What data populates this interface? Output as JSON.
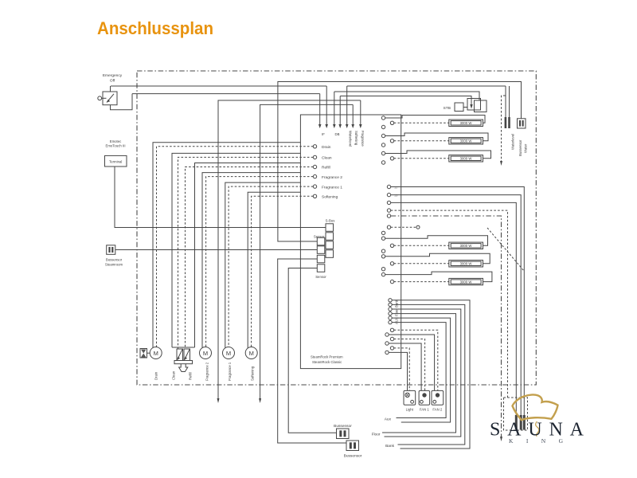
{
  "title": "Anschlussplan",
  "colors": {
    "title_orange": "#e8930f",
    "line_grey": "#454545",
    "logo_gold": "#c3a04e",
    "logo_dark": "#1d2531"
  },
  "diagram": {
    "emergency_off": {
      "line1": "Emergency",
      "line2": "Off"
    },
    "terminal": {
      "heading1": "Emotec",
      "heading2": "EmoTouch III",
      "box_label": "Terminal"
    },
    "bussensor_steamroom": {
      "line1": "Bussensor",
      "line2": "Steamroom"
    },
    "controller": {
      "model1": "SteamRock Premium",
      "model2": "SteamRock Classic",
      "pin_if": "IF",
      "pin_db": "DB",
      "pin_waterlevel": "Waterlevel",
      "pin_softening": "Softening",
      "pin_fragrance": "Fragrance",
      "sbus": "S-Bus",
      "sensor_top": "Sensor",
      "sensor_bottom": "Sensor",
      "num1": "12",
      "num2": "13"
    },
    "outputs_left": [
      "Drain",
      "Clean",
      "Refill",
      "Fragrance 2",
      "Fragrance 1",
      "Softening"
    ],
    "actuator_labels": [
      "Drain",
      "Clean",
      "Refill",
      "Fragrance 2",
      "Fragrance 1",
      "Softening"
    ],
    "motor_letter": "M",
    "heater_power": "3000 W",
    "stb": "STB",
    "waterlevel": "Waterlevel",
    "bussensor_water": {
      "line1": "Bussensor",
      "line2": "Water"
    },
    "aux_floor_bank_vertical": "AUX  Floor  Bank",
    "bottom_runs": {
      "aux": "Aux",
      "floor": "Floor",
      "bank": "Bank"
    },
    "fixtures": [
      "Light",
      "FAN 1",
      "FAN 2"
    ],
    "bussensor_bottom_upper": "Bussensor",
    "bussensor_bottom_lower": "Bussensor"
  },
  "logo": {
    "word": "SAUNA",
    "sub": "KING"
  }
}
